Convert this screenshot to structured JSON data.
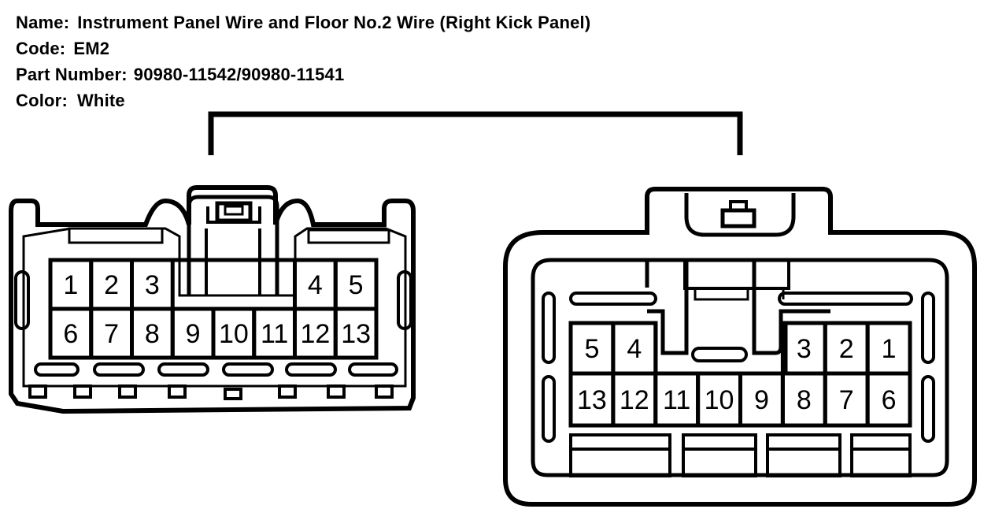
{
  "header": {
    "name_label": "Name:",
    "name_value": "Instrument Panel Wire and Floor No.2 Wire (Right Kick Panel)",
    "code_label": "Code:",
    "code_value": "EM2",
    "part_label": "Part Number:",
    "part_value": "90980-11542/90980-11541",
    "color_label": "Color:",
    "color_value": "White"
  },
  "connectors": {
    "left": {
      "top_row": [
        "1",
        "2",
        "3",
        "4",
        "5"
      ],
      "bottom_row": [
        "6",
        "7",
        "8",
        "9",
        "10",
        "11",
        "12",
        "13"
      ]
    },
    "right": {
      "top_row": [
        "5",
        "4",
        "3",
        "2",
        "1"
      ],
      "bottom_row": [
        "13",
        "12",
        "11",
        "10",
        "9",
        "8",
        "7",
        "6"
      ]
    }
  }
}
